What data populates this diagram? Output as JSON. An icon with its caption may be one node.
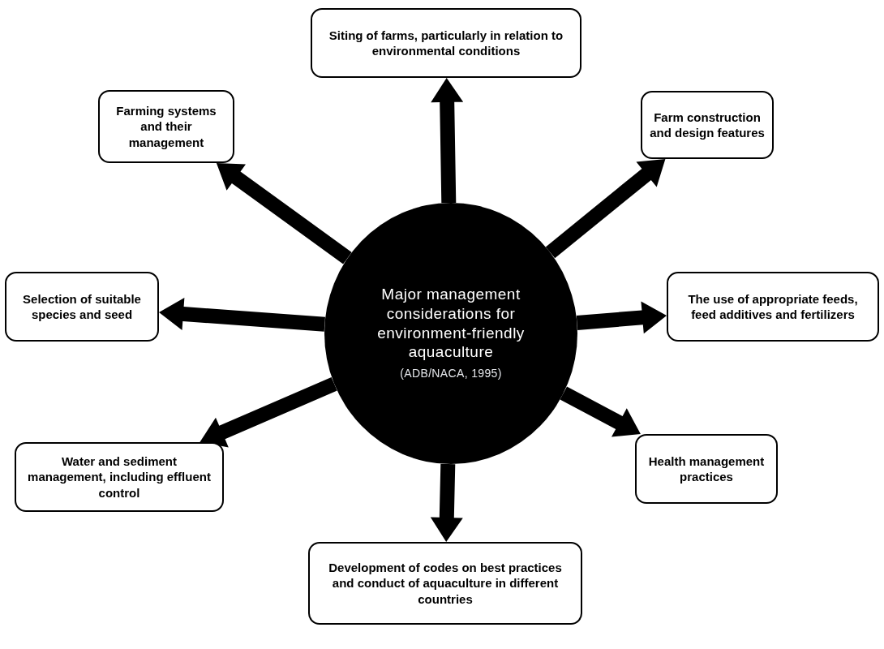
{
  "diagram": {
    "nodes": [
      {
        "text": [
          "Major management considerations for environment-friendly aquaculture",
          "(ADB/NACA, 1995)"
        ]
      },
      {
        "text": [
          "Siting of farms, particularly in relation to environmental conditions"
        ]
      },
      {
        "text": [
          "Farming systems and their management"
        ]
      },
      {
        "text": [
          "Farm construction and design features"
        ]
      },
      {
        "text": [
          "Selection of suitable species and seed"
        ]
      },
      {
        "text": [
          "The use of appropriate feeds, feed additives and fertilizers"
        ]
      },
      {
        "text": [
          "Water and sediment management, including effluent control"
        ]
      },
      {
        "text": [
          "Health management practices"
        ]
      },
      {
        "text": [
          "Development of codes on best practices and conduct of aquaculture in different countries"
        ]
      }
    ],
    "edges": [
      {
        "from": 0,
        "to": 1,
        "arrow": "to",
        "style": "thick"
      },
      {
        "from": 0,
        "to": 2,
        "arrow": "to",
        "style": "thick"
      },
      {
        "from": 0,
        "to": 3,
        "arrow": "to",
        "style": "thick"
      },
      {
        "from": 0,
        "to": 4,
        "arrow": "to",
        "style": "thick"
      },
      {
        "from": 0,
        "to": 5,
        "arrow": "to",
        "style": "thick"
      },
      {
        "from": 0,
        "to": 6,
        "arrow": "to",
        "style": "thick"
      },
      {
        "from": 0,
        "to": 7,
        "arrow": "to",
        "style": "thick"
      },
      {
        "from": 0,
        "to": 8,
        "arrow": "to",
        "style": "thick"
      }
    ]
  }
}
